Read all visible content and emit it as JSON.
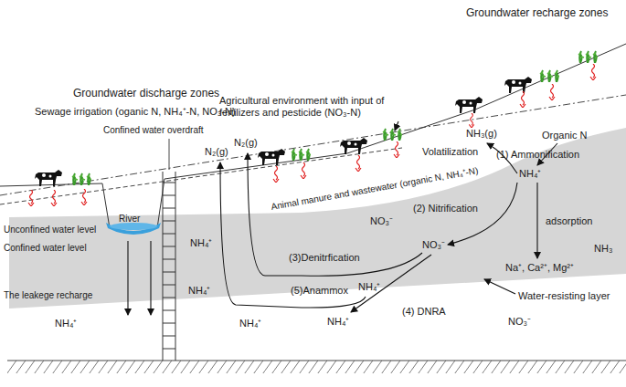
{
  "diagram": {
    "labels": [
      "Groundwater recharge zones",
      "Groundwater discharge zones",
      "Sewage irrigation (oganic N, NH₄⁺-N, NO₃-N)",
      "Agricultural environment with input of fertilizers and pesticide (NO₃-N)",
      "Confined water overdraft",
      "NH₃(g)",
      "Organic N",
      "N₂(g)",
      "N₂(g)",
      "(1) Ammonification",
      "Volatilization",
      "NH₄⁺",
      "Animal manure and wastewater (organic N, NH₄⁺-N)",
      "(2) Nitrification",
      "NO₃⁻",
      "adsorption",
      "River",
      "Unconfined water level",
      "NH₄⁺",
      "NO₃⁻",
      "NH₃",
      "Confined water level",
      "(3)Denitrfication",
      "Na⁺, Ca²⁺, Mg²⁺",
      "NH₄⁺",
      "(5)Anammox",
      "NH₄⁺",
      "The leakege recharge",
      "Water-resisting layer",
      "(4) DNRA",
      "NH₄⁺",
      "NH₄⁺",
      "NH₄⁺",
      "NO₃⁻"
    ]
  }
}
